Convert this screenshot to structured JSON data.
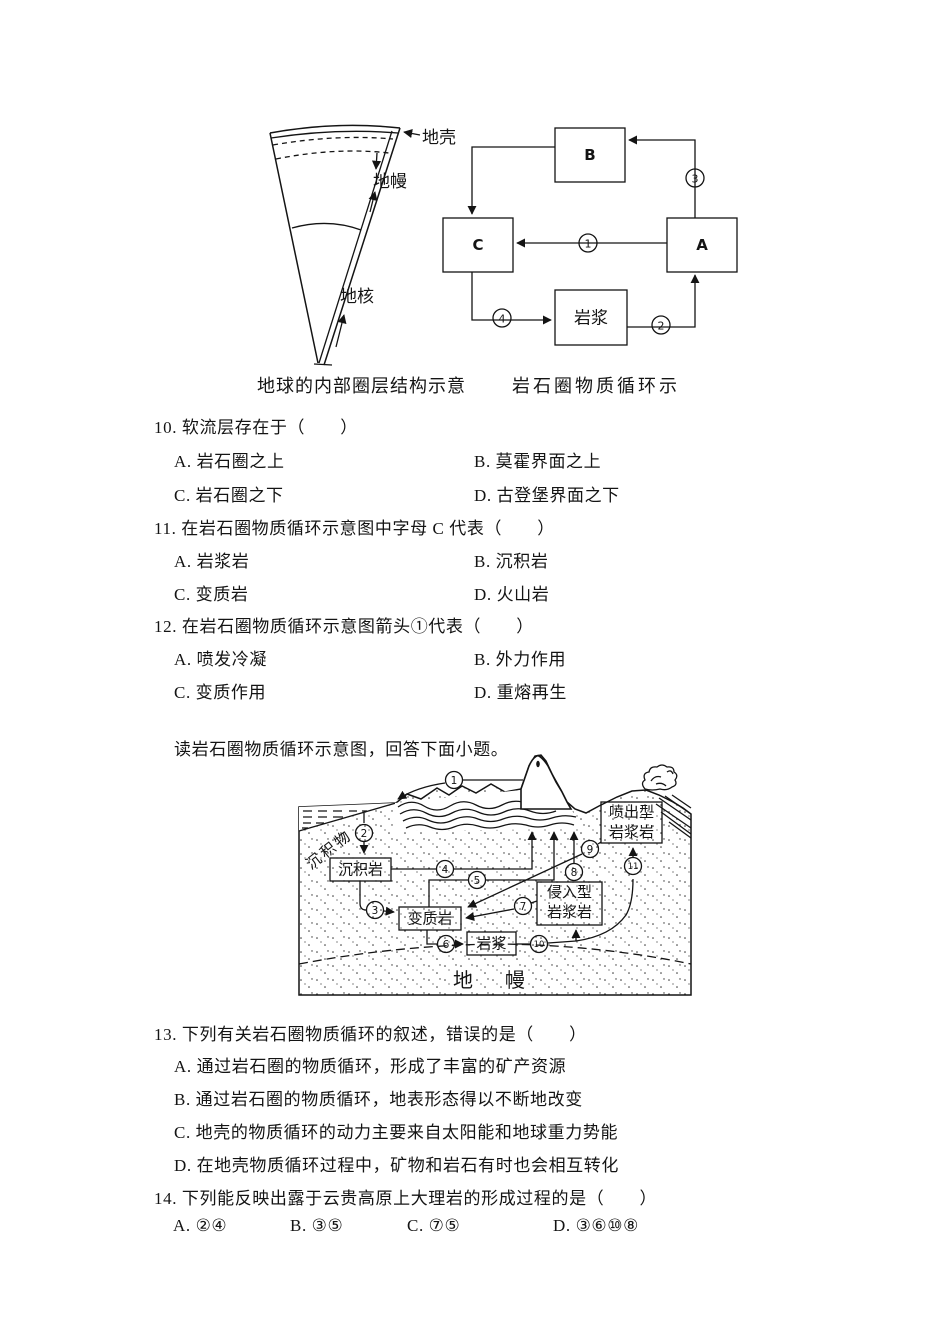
{
  "figure1": {
    "label_crust": "地壳",
    "label_mantle": "地幔",
    "label_core": "地核",
    "caption": "地球的内部圈层结构示意"
  },
  "figure2": {
    "box_b": "B",
    "box_c": "C",
    "box_a": "A",
    "box_magma": "岩浆",
    "n1": "1",
    "n2": "2",
    "n3": "3",
    "n4": "4",
    "caption": "岩石圈物质循环示"
  },
  "passage": "读岩石圈物质循环示意图，回答下面小题。",
  "figure3": {
    "sediment_label": "沉积物",
    "box_sedimentary": "沉积岩",
    "box_metamorphic": "变质岩",
    "box_magma": "岩浆",
    "box_intrusive_line1": "侵入型",
    "box_intrusive_line2": "岩浆岩",
    "box_extrusive_line1": "喷出型",
    "box_extrusive_line2": "岩浆岩",
    "mantle_label": "地　幔",
    "n1": "1",
    "n2": "2",
    "n3": "3",
    "n4": "4",
    "n5": "5",
    "n6": "6",
    "n7": "7",
    "n8": "8",
    "n9": "9",
    "n10": "10",
    "n11": "11"
  },
  "questions": [
    {
      "num_stem": "10. 软流层存在于（　　）",
      "options": [
        "A. 岩石圈之上",
        "B. 莫霍界面之上",
        "C. 岩石圈之下",
        "D. 古登堡界面之下"
      ]
    },
    {
      "num_stem": "11. 在岩石圈物质循环示意图中字母 C 代表（　　）",
      "options": [
        "A. 岩浆岩",
        "B. 沉积岩",
        "C. 变质岩",
        "D. 火山岩"
      ]
    },
    {
      "num_stem": "12. 在岩石圈物质循环示意图箭头①代表（　　）",
      "options": [
        "A. 喷发冷凝",
        "B. 外力作用",
        "C. 变质作用",
        "D. 重熔再生"
      ]
    },
    {
      "num_stem": "13. 下列有关岩石圈物质循环的叙述，错误的是（　　）",
      "options": [
        "A. 通过岩石圈的物质循环，形成了丰富的矿产资源",
        "B. 通过岩石圈的物质循环，地表形态得以不断地改变",
        "C. 地壳的物质循环的动力主要来自太阳能和地球重力势能",
        "D. 在地壳物质循环过程中，矿物和岩石有时也会相互转化"
      ]
    },
    {
      "num_stem": "14. 下列能反映出露于云贵高原上大理岩的形成过程的是（　　）",
      "options": [
        "A. ②④",
        "B. ③⑤",
        "C. ⑦⑤",
        "D. ③⑥⑩⑧"
      ]
    }
  ]
}
